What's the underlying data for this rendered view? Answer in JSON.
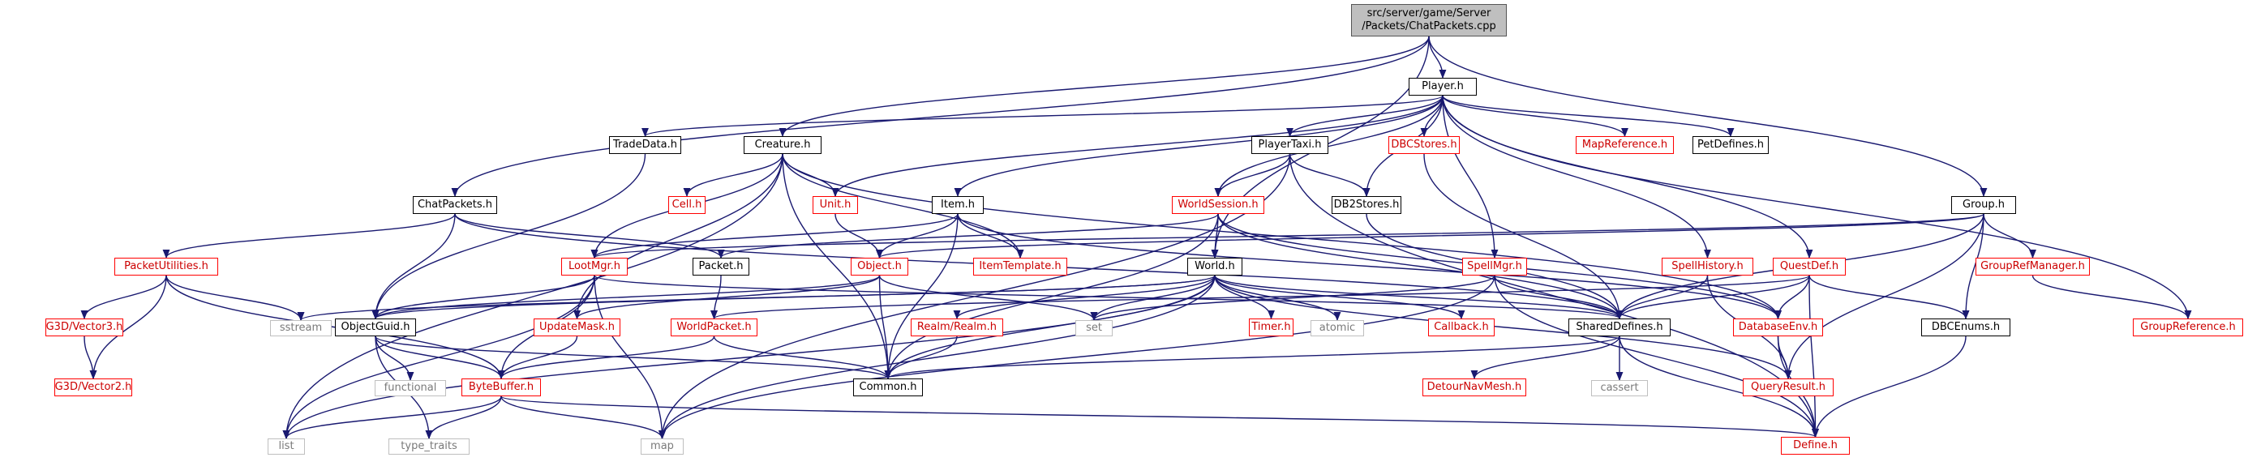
{
  "nodes": [
    {
      "id": "root",
      "label": "src/server/game/Server\n/Packets/ChatPackets.cpp",
      "style": "root"
    },
    {
      "id": "player",
      "label": "Player.h",
      "style": "normal"
    },
    {
      "id": "tradedata",
      "label": "TradeData.h",
      "style": "normal"
    },
    {
      "id": "creature",
      "label": "Creature.h",
      "style": "normal"
    },
    {
      "id": "playertaxi",
      "label": "PlayerTaxi.h",
      "style": "normal"
    },
    {
      "id": "dbcstores",
      "label": "DBCStores.h",
      "style": "red"
    },
    {
      "id": "mapreference",
      "label": "MapReference.h",
      "style": "red"
    },
    {
      "id": "petdefines",
      "label": "PetDefines.h",
      "style": "normal"
    },
    {
      "id": "chatpackets",
      "label": "ChatPackets.h",
      "style": "normal"
    },
    {
      "id": "cell",
      "label": "Cell.h",
      "style": "red"
    },
    {
      "id": "unit",
      "label": "Unit.h",
      "style": "red"
    },
    {
      "id": "item",
      "label": "Item.h",
      "style": "normal"
    },
    {
      "id": "worldsession",
      "label": "WorldSession.h",
      "style": "red"
    },
    {
      "id": "db2stores",
      "label": "DB2Stores.h",
      "style": "normal"
    },
    {
      "id": "group",
      "label": "Group.h",
      "style": "normal"
    },
    {
      "id": "packetutilities",
      "label": "PacketUtilities.h",
      "style": "red"
    },
    {
      "id": "lootmgr",
      "label": "LootMgr.h",
      "style": "red"
    },
    {
      "id": "packet",
      "label": "Packet.h",
      "style": "normal"
    },
    {
      "id": "object",
      "label": "Object.h",
      "style": "red"
    },
    {
      "id": "itemtemplate",
      "label": "ItemTemplate.h",
      "style": "red"
    },
    {
      "id": "world",
      "label": "World.h",
      "style": "normal"
    },
    {
      "id": "spellmgr",
      "label": "SpellMgr.h",
      "style": "red"
    },
    {
      "id": "spellhistory",
      "label": "SpellHistory.h",
      "style": "red"
    },
    {
      "id": "questdef",
      "label": "QuestDef.h",
      "style": "red"
    },
    {
      "id": "grouprefmanager",
      "label": "GroupRefManager.h",
      "style": "red"
    },
    {
      "id": "g3dvector3",
      "label": "G3D/Vector3.h",
      "style": "red"
    },
    {
      "id": "sstream",
      "label": "sstream",
      "style": "ext"
    },
    {
      "id": "objectguid",
      "label": "ObjectGuid.h",
      "style": "normal"
    },
    {
      "id": "updatemask",
      "label": "UpdateMask.h",
      "style": "red"
    },
    {
      "id": "worldpacket",
      "label": "WorldPacket.h",
      "style": "red"
    },
    {
      "id": "realm",
      "label": "Realm/Realm.h",
      "style": "red"
    },
    {
      "id": "timer",
      "label": "Timer.h",
      "style": "red"
    },
    {
      "id": "atomic",
      "label": "atomic",
      "style": "ext"
    },
    {
      "id": "set",
      "label": "set",
      "style": "ext"
    },
    {
      "id": "callback",
      "label": "Callback.h",
      "style": "red"
    },
    {
      "id": "shareddefines",
      "label": "SharedDefines.h",
      "style": "normal"
    },
    {
      "id": "databaseenv",
      "label": "DatabaseEnv.h",
      "style": "red"
    },
    {
      "id": "dbcenums",
      "label": "DBCEnums.h",
      "style": "normal"
    },
    {
      "id": "groupreference",
      "label": "GroupReference.h",
      "style": "red"
    },
    {
      "id": "g3dvector2",
      "label": "G3D/Vector2.h",
      "style": "red"
    },
    {
      "id": "functional",
      "label": "functional",
      "style": "ext"
    },
    {
      "id": "bytebuffer",
      "label": "ByteBuffer.h",
      "style": "red"
    },
    {
      "id": "common",
      "label": "Common.h",
      "style": "normal"
    },
    {
      "id": "cassert",
      "label": "cassert",
      "style": "ext"
    },
    {
      "id": "detournavmesh",
      "label": "DetourNavMesh.h",
      "style": "red"
    },
    {
      "id": "queryresult",
      "label": "QueryResult.h",
      "style": "red"
    },
    {
      "id": "list",
      "label": "list",
      "style": "ext"
    },
    {
      "id": "type_traits",
      "label": "type_traits",
      "style": "ext"
    },
    {
      "id": "map",
      "label": "map",
      "style": "ext"
    },
    {
      "id": "define",
      "label": "Define.h",
      "style": "red"
    }
  ],
  "edges": [
    [
      "root",
      "player"
    ],
    [
      "root",
      "chatpackets"
    ],
    [
      "root",
      "creature"
    ],
    [
      "root",
      "group"
    ],
    [
      "root",
      "world"
    ],
    [
      "player",
      "tradedata"
    ],
    [
      "player",
      "unit"
    ],
    [
      "player",
      "item"
    ],
    [
      "player",
      "playertaxi"
    ],
    [
      "player",
      "worldsession"
    ],
    [
      "player",
      "dbcstores"
    ],
    [
      "player",
      "db2stores"
    ],
    [
      "player",
      "mapreference"
    ],
    [
      "player",
      "petdefines"
    ],
    [
      "player",
      "spellmgr"
    ],
    [
      "player",
      "spellhistory"
    ],
    [
      "player",
      "questdef"
    ],
    [
      "player",
      "groupreference"
    ],
    [
      "tradedata",
      "objectguid"
    ],
    [
      "creature",
      "cell"
    ],
    [
      "creature",
      "unit"
    ],
    [
      "creature",
      "lootmgr"
    ],
    [
      "creature",
      "itemtemplate"
    ],
    [
      "creature",
      "databaseenv"
    ],
    [
      "creature",
      "updatemask"
    ],
    [
      "creature",
      "common"
    ],
    [
      "creature",
      "list"
    ],
    [
      "playertaxi",
      "worldsession"
    ],
    [
      "playertaxi",
      "db2stores"
    ],
    [
      "playertaxi",
      "define"
    ],
    [
      "playertaxi",
      "map"
    ],
    [
      "dbcstores",
      "shareddefines"
    ],
    [
      "chatpackets",
      "packetutilities"
    ],
    [
      "chatpackets",
      "packet"
    ],
    [
      "chatpackets",
      "objectguid"
    ],
    [
      "chatpackets",
      "shareddefines"
    ],
    [
      "unit",
      "object"
    ],
    [
      "item",
      "object"
    ],
    [
      "item",
      "lootmgr"
    ],
    [
      "item",
      "itemtemplate"
    ],
    [
      "item",
      "common"
    ],
    [
      "item",
      "databaseenv"
    ],
    [
      "worldsession",
      "world"
    ],
    [
      "worldsession",
      "packet"
    ],
    [
      "worldsession",
      "shareddefines"
    ],
    [
      "worldsession",
      "common"
    ],
    [
      "worldsession",
      "databaseenv"
    ],
    [
      "db2stores",
      "shareddefines"
    ],
    [
      "group",
      "lootmgr"
    ],
    [
      "group",
      "object"
    ],
    [
      "group",
      "shareddefines"
    ],
    [
      "group",
      "grouprefmanager"
    ],
    [
      "group",
      "dbcenums"
    ],
    [
      "group",
      "queryresult"
    ],
    [
      "packetutilities",
      "g3dvector3"
    ],
    [
      "packetutilities",
      "g3dvector2"
    ],
    [
      "packetutilities",
      "bytebuffer"
    ],
    [
      "packetutilities",
      "sstream"
    ],
    [
      "lootmgr",
      "objectguid"
    ],
    [
      "lootmgr",
      "bytebuffer"
    ],
    [
      "lootmgr",
      "list"
    ],
    [
      "lootmgr",
      "map"
    ],
    [
      "lootmgr",
      "shareddefines"
    ],
    [
      "packet",
      "worldpacket"
    ],
    [
      "object",
      "objectguid"
    ],
    [
      "object",
      "updatemask"
    ],
    [
      "object",
      "common"
    ],
    [
      "object",
      "set"
    ],
    [
      "world",
      "callback"
    ],
    [
      "world",
      "shareddefines"
    ],
    [
      "world",
      "realm"
    ],
    [
      "world",
      "timer"
    ],
    [
      "world",
      "atomic"
    ],
    [
      "world",
      "set"
    ],
    [
      "world",
      "sstream"
    ],
    [
      "world",
      "map"
    ],
    [
      "world",
      "list"
    ],
    [
      "world",
      "common"
    ],
    [
      "world",
      "queryresult"
    ],
    [
      "world",
      "objectguid"
    ],
    [
      "spellmgr",
      "shareddefines"
    ],
    [
      "spellmgr",
      "set"
    ],
    [
      "spellmgr",
      "define"
    ],
    [
      "spellmgr",
      "map"
    ],
    [
      "spellhistory",
      "shareddefines"
    ],
    [
      "spellhistory",
      "queryresult"
    ],
    [
      "questdef",
      "shareddefines"
    ],
    [
      "questdef",
      "databaseenv"
    ],
    [
      "questdef",
      "dbcenums"
    ],
    [
      "questdef",
      "define"
    ],
    [
      "questdef",
      "worldpacket"
    ],
    [
      "grouprefmanager",
      "groupreference"
    ],
    [
      "g3dvector3",
      "g3dvector2"
    ],
    [
      "objectguid",
      "bytebuffer"
    ],
    [
      "objectguid",
      "functional"
    ],
    [
      "objectguid",
      "type_traits"
    ],
    [
      "objectguid",
      "common"
    ],
    [
      "updatemask",
      "bytebuffer"
    ],
    [
      "worldpacket",
      "bytebuffer"
    ],
    [
      "worldpacket",
      "common"
    ],
    [
      "realm",
      "common"
    ],
    [
      "shareddefines",
      "common"
    ],
    [
      "shareddefines",
      "cassert"
    ],
    [
      "shareddefines",
      "detournavmesh"
    ],
    [
      "shareddefines",
      "define"
    ],
    [
      "databaseenv",
      "queryresult"
    ],
    [
      "databaseenv",
      "define"
    ],
    [
      "dbcenums",
      "define"
    ],
    [
      "bytebuffer",
      "list"
    ],
    [
      "bytebuffer",
      "type_traits"
    ],
    [
      "bytebuffer",
      "map"
    ],
    [
      "bytebuffer",
      "define"
    ]
  ]
}
